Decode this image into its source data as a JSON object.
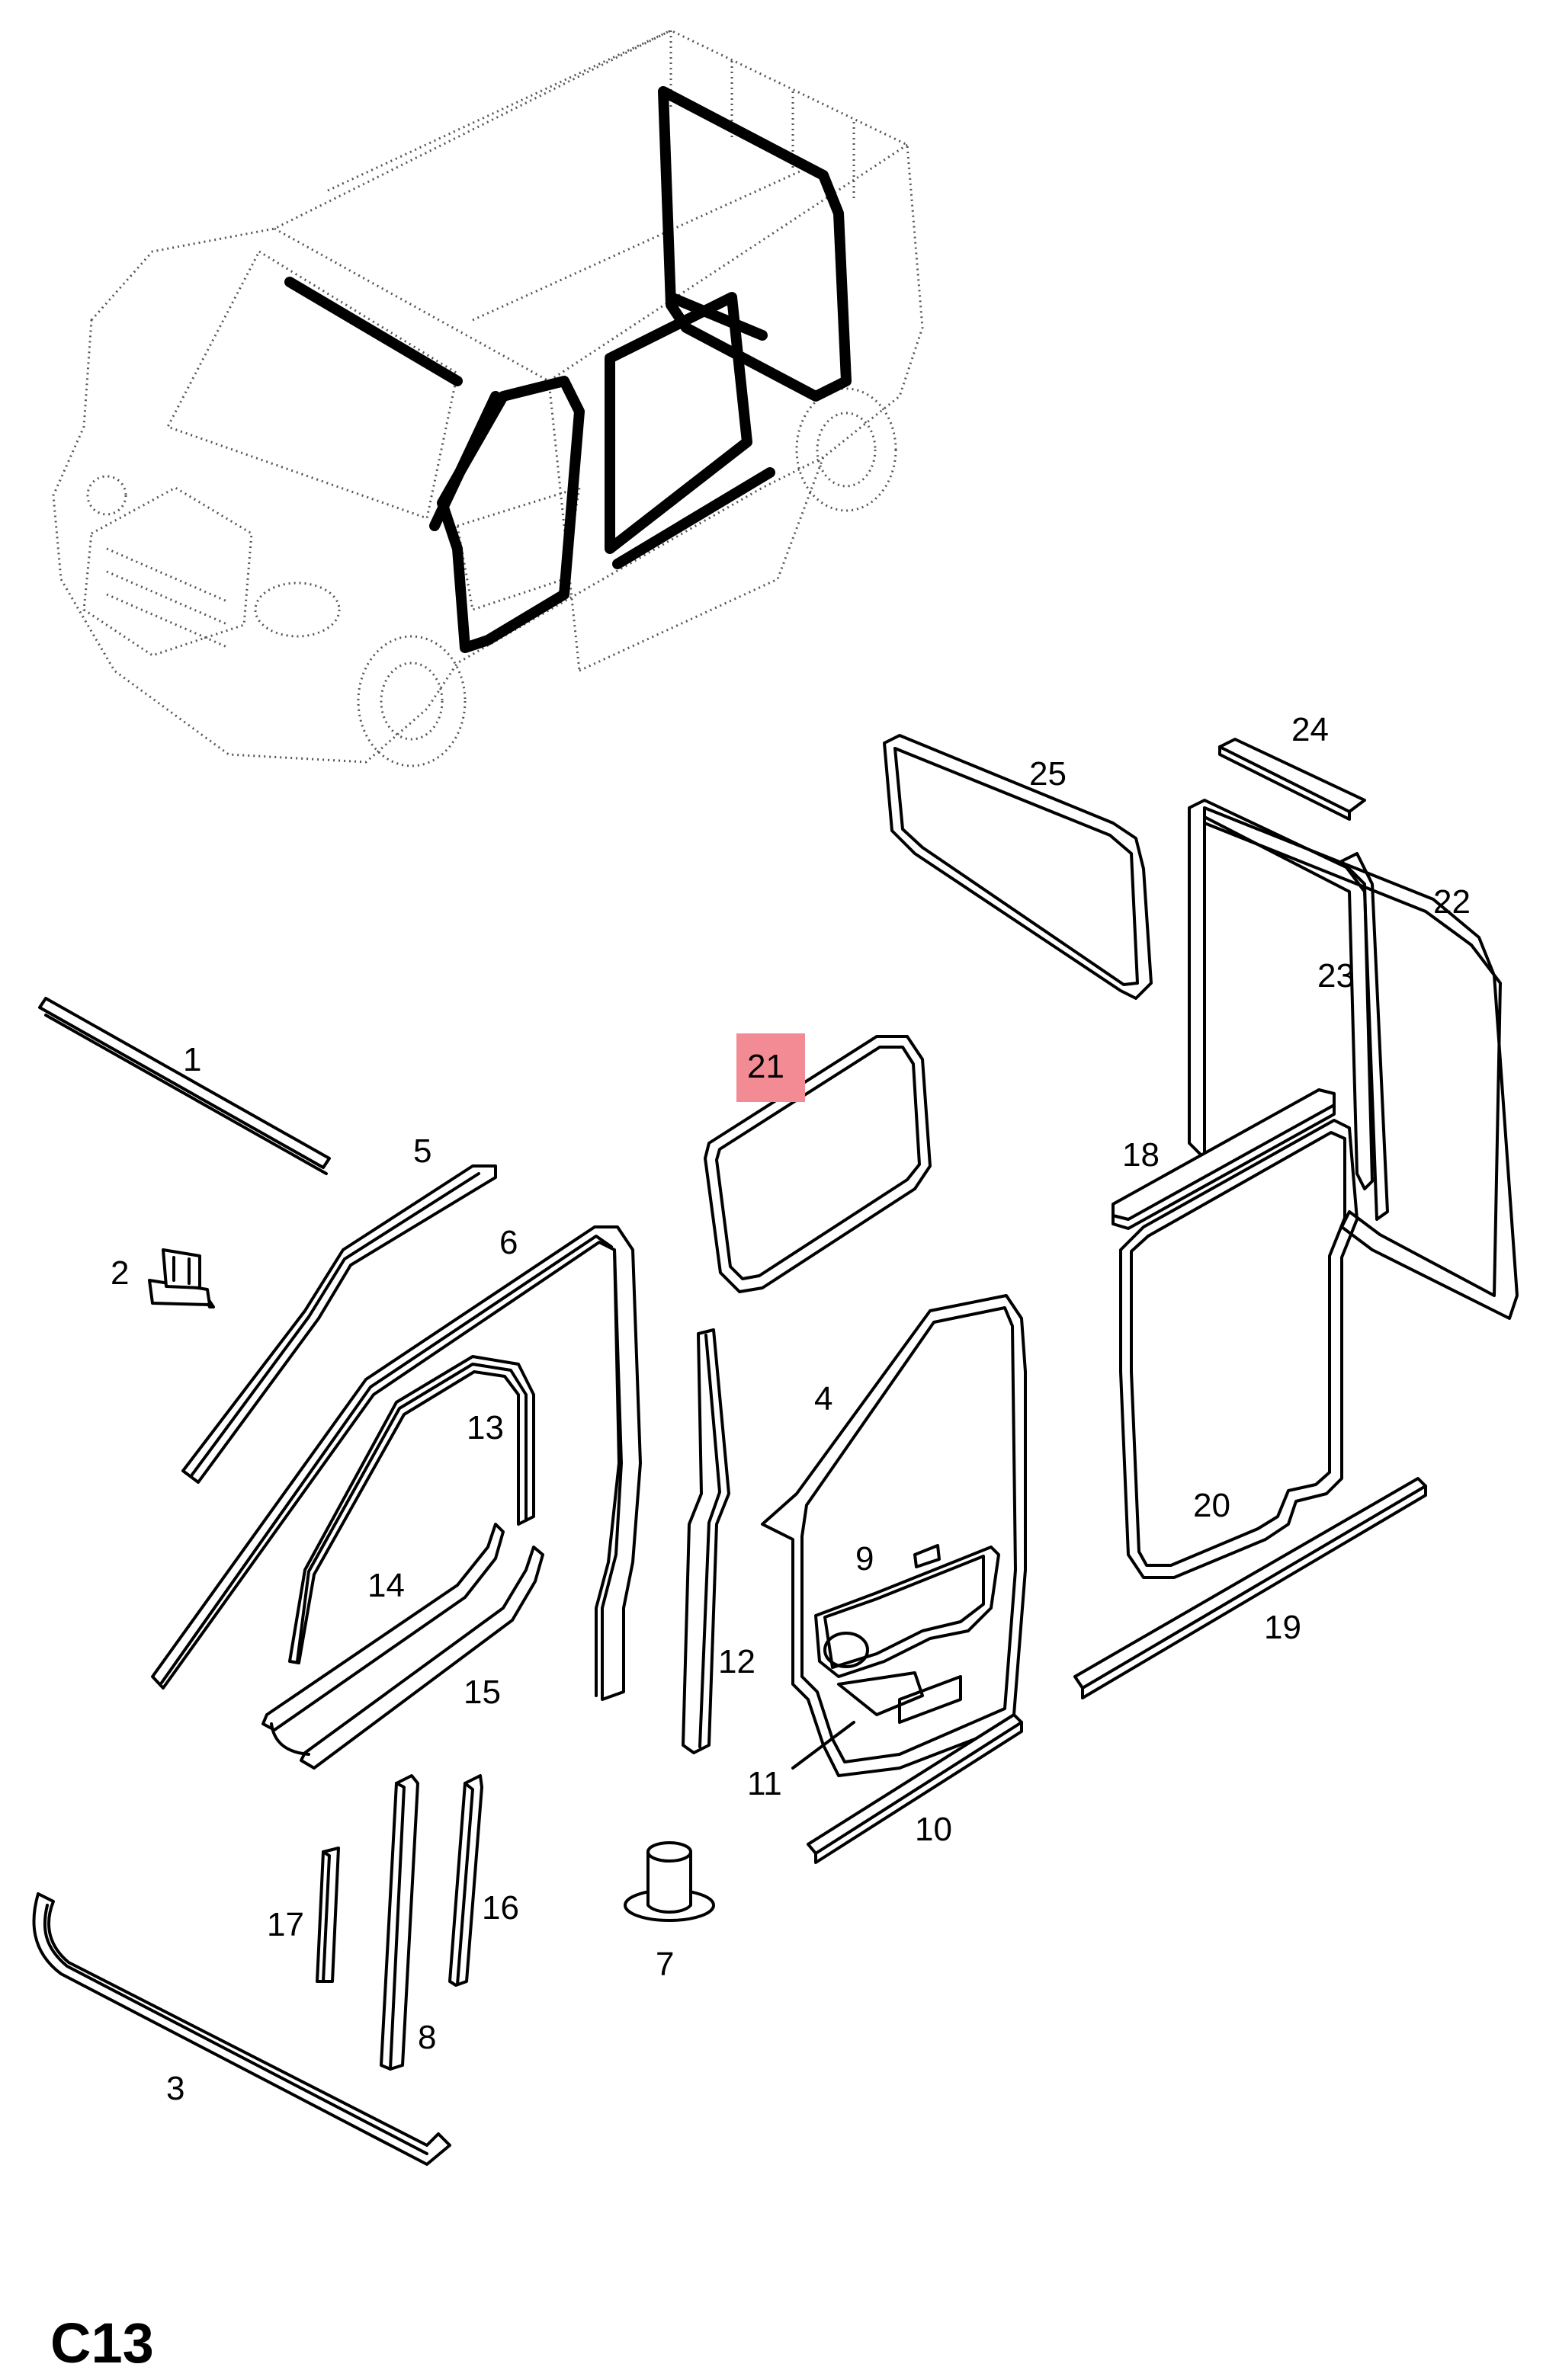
{
  "diagram_code": "C13",
  "highlighted_part": "21",
  "colors": {
    "highlight": "#f28b94",
    "line": "#000000",
    "background": "#ffffff"
  },
  "callouts": [
    {
      "id": "1",
      "label": "1"
    },
    {
      "id": "2",
      "label": "2"
    },
    {
      "id": "3",
      "label": "3"
    },
    {
      "id": "4",
      "label": "4"
    },
    {
      "id": "5",
      "label": "5"
    },
    {
      "id": "6",
      "label": "6"
    },
    {
      "id": "7",
      "label": "7"
    },
    {
      "id": "8",
      "label": "8"
    },
    {
      "id": "9",
      "label": "9"
    },
    {
      "id": "10",
      "label": "10"
    },
    {
      "id": "11",
      "label": "11"
    },
    {
      "id": "12",
      "label": "12"
    },
    {
      "id": "13",
      "label": "13"
    },
    {
      "id": "14",
      "label": "14"
    },
    {
      "id": "15",
      "label": "15"
    },
    {
      "id": "16",
      "label": "16"
    },
    {
      "id": "17",
      "label": "17"
    },
    {
      "id": "18",
      "label": "18"
    },
    {
      "id": "19",
      "label": "19"
    },
    {
      "id": "20",
      "label": "20"
    },
    {
      "id": "21",
      "label": "21"
    },
    {
      "id": "22",
      "label": "22"
    },
    {
      "id": "23",
      "label": "23"
    },
    {
      "id": "24",
      "label": "24"
    },
    {
      "id": "25",
      "label": "25"
    }
  ]
}
